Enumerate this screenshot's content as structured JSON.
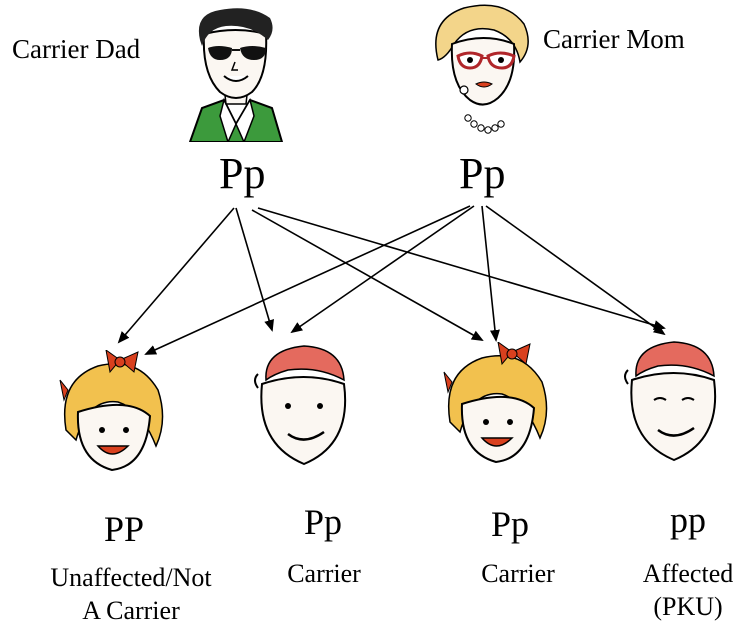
{
  "parents": {
    "dad": {
      "label": "Carrier Dad",
      "genotype": "Pp"
    },
    "mom": {
      "label": "Carrier Mom",
      "genotype": "Pp"
    }
  },
  "children": [
    {
      "genotype": "PP",
      "status_line1": "Unaffected/Not",
      "status_line2": "A Carrier",
      "figure": "girl"
    },
    {
      "genotype": "Pp",
      "status_line1": "Carrier",
      "status_line2": "",
      "figure": "boy"
    },
    {
      "genotype": "Pp",
      "status_line1": "Carrier",
      "status_line2": "",
      "figure": "girl"
    },
    {
      "genotype": "pp",
      "status_line1": "Affected",
      "status_line2": "(PKU)",
      "figure": "boy"
    }
  ],
  "colors": {
    "line": "#000000",
    "girl_hair": "#f2c14e",
    "bow": "#d9401e",
    "boy_hair": "#e46a5e",
    "dad_shirt": "#3c9a3c",
    "mom_hair": "#f3d58a",
    "skin": "#fbf7f2"
  }
}
